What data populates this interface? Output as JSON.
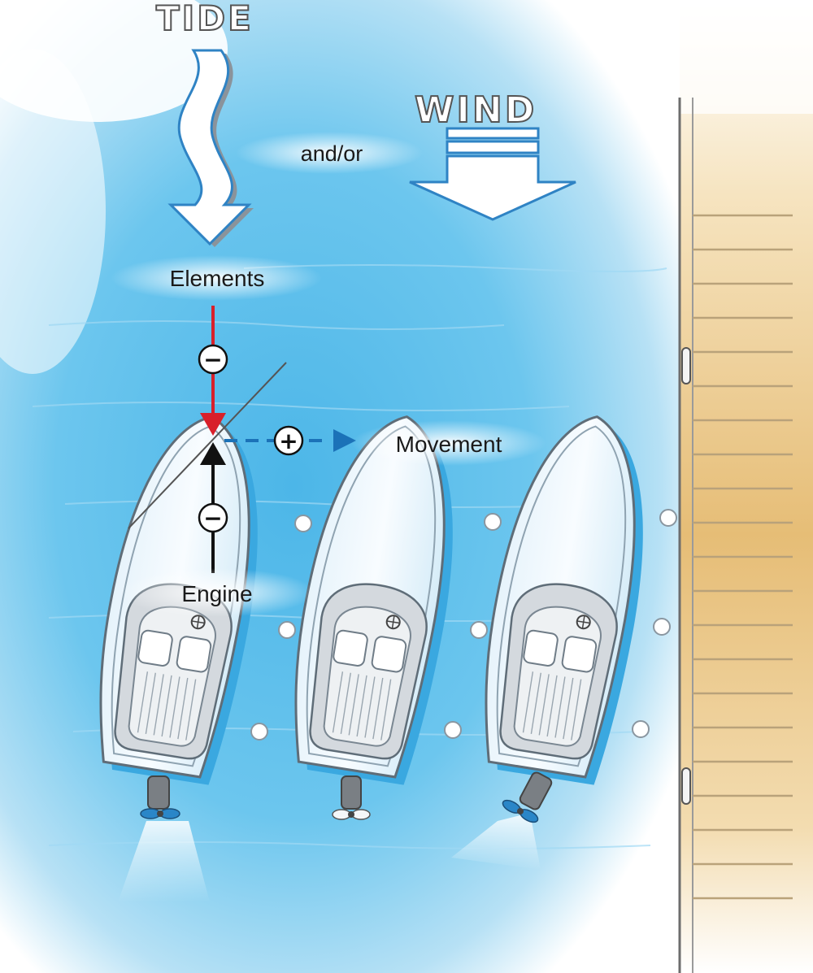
{
  "labels": {
    "tide": "TIDE",
    "wind": "WIND",
    "and_or": "and/or",
    "elements": "Elements",
    "engine": "Engine",
    "movement": "Movement"
  },
  "signs": {
    "elements_force": "−",
    "engine_force": "−",
    "movement_force": "+"
  },
  "colors": {
    "water": "#5cc0ea",
    "water_light": "#bfe5f6",
    "dock_wood": "#e9c78c",
    "boat_shadow": "#3aa8e0",
    "elements_arrow": "#d8202a",
    "engine_arrow": "#111111",
    "movement_arrow": "#1b72b8",
    "propeller": "#2a86c8"
  },
  "icons": {
    "tide_arrow": "wavy-down-arrow-icon",
    "wind_arrow": "block-down-arrow-icon",
    "propeller": "propeller-icon",
    "fender": "fender-icon",
    "cleat": "cleat-icon"
  }
}
